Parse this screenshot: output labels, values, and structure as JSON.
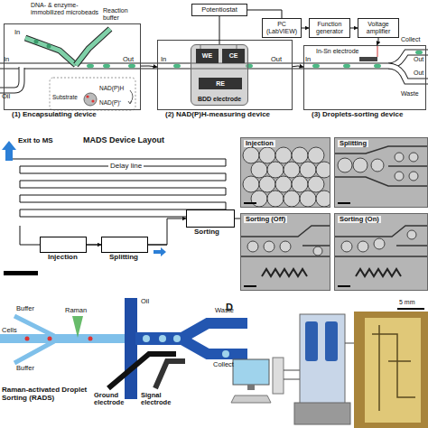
{
  "diagram": {
    "nodes": [
      {
        "text": [
          "(1) Encapsulating device"
        ]
      },
      {
        "text": [
          "(2) NAD(P)H-measuring device"
        ]
      },
      {
        "text": [
          "Potentiostat"
        ]
      },
      {
        "text": [
          "PC (LabVIEW)"
        ]
      },
      {
        "text": [
          "Function generator"
        ]
      },
      {
        "text": [
          "Voltage amplifier"
        ]
      },
      {
        "text": [
          "BDD electrode"
        ],
        "in": 1
      },
      {
        "text": [
          "WE"
        ],
        "in": 6
      },
      {
        "text": [
          "CE"
        ],
        "in": 6
      },
      {
        "text": [
          "RE"
        ],
        "in": 6
      },
      {
        "text": [
          "(3) Droplets-sorting device"
        ]
      },
      {
        "text": [
          "Injection"
        ]
      },
      {
        "text": [
          "Splitting"
        ]
      },
      {
        "text": [
          "Sorting"
        ]
      },
      {
        "text": [
          "Injection"
        ]
      },
      {
        "text": [
          "Splitting"
        ]
      },
      {
        "text": [
          "Sorting (Off)"
        ]
      },
      {
        "text": [
          "Sorting (On)"
        ]
      }
    ],
    "edges": [
      {
        "from": 0,
        "to": 1,
        "arrow": "to"
      },
      {
        "from": 1,
        "to": 10,
        "arrow": "to"
      },
      {
        "from": 2,
        "to": 3,
        "arrow": "none"
      },
      {
        "from": 3,
        "to": 4,
        "arrow": "to"
      },
      {
        "from": 4,
        "to": 5,
        "arrow": "to"
      },
      {
        "from": 2,
        "to": 6,
        "arrow": "none"
      },
      {
        "from": 5,
        "to": 10,
        "arrow": "to"
      },
      {
        "from": 11,
        "to": 12,
        "arrow": "to"
      },
      {
        "from": 12,
        "to": 13,
        "arrow": "to"
      }
    ],
    "labels": [
      "DNA- & enzyme-immobilized microbeads",
      "Reaction buffer",
      "In",
      "In",
      "Oil",
      "Out",
      "Substrate",
      "NAD(P)H",
      "NAD(P)⁺",
      "In",
      "Out",
      "In-Sn electrode",
      "In",
      "Collect",
      "Out",
      "Out",
      "Waste",
      "Exit to MS",
      "MADS Device Layout",
      "Delay line",
      "Raman",
      "Cells",
      "Buffer",
      "Buffer",
      "Oil",
      "Waste",
      "Collect",
      "Raman-activated Droplet Sorting (RADS)",
      "Ground electrode",
      "Signal electrode",
      "D",
      "5 mm"
    ]
  }
}
